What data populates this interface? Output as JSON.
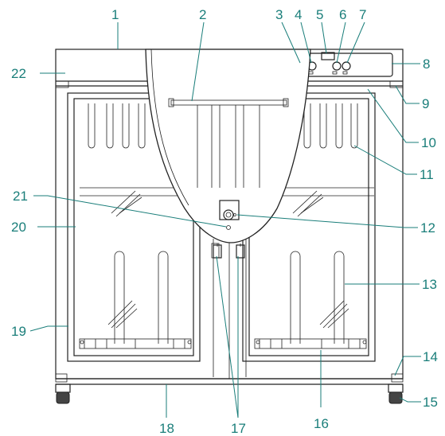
{
  "diagram": {
    "accent_color": "#1a7e7a",
    "line_color": "#222222",
    "callouts": [
      {
        "id": "c1",
        "text": "1"
      },
      {
        "id": "c2",
        "text": "2"
      },
      {
        "id": "c3",
        "text": "3"
      },
      {
        "id": "c4",
        "text": "4"
      },
      {
        "id": "c5",
        "text": "5"
      },
      {
        "id": "c6",
        "text": "6"
      },
      {
        "id": "c7",
        "text": "7"
      },
      {
        "id": "c8",
        "text": "8"
      },
      {
        "id": "c9",
        "text": "9"
      },
      {
        "id": "c10",
        "text": "10"
      },
      {
        "id": "c11",
        "text": "11"
      },
      {
        "id": "c12",
        "text": "12"
      },
      {
        "id": "c13",
        "text": "13"
      },
      {
        "id": "c14",
        "text": "14"
      },
      {
        "id": "c15",
        "text": "15"
      },
      {
        "id": "c16",
        "text": "16"
      },
      {
        "id": "c17",
        "text": "17"
      },
      {
        "id": "c18",
        "text": "18"
      },
      {
        "id": "c19",
        "text": "19"
      },
      {
        "id": "c20",
        "text": "20"
      },
      {
        "id": "c21",
        "text": "21"
      },
      {
        "id": "c22",
        "text": "22"
      }
    ]
  }
}
